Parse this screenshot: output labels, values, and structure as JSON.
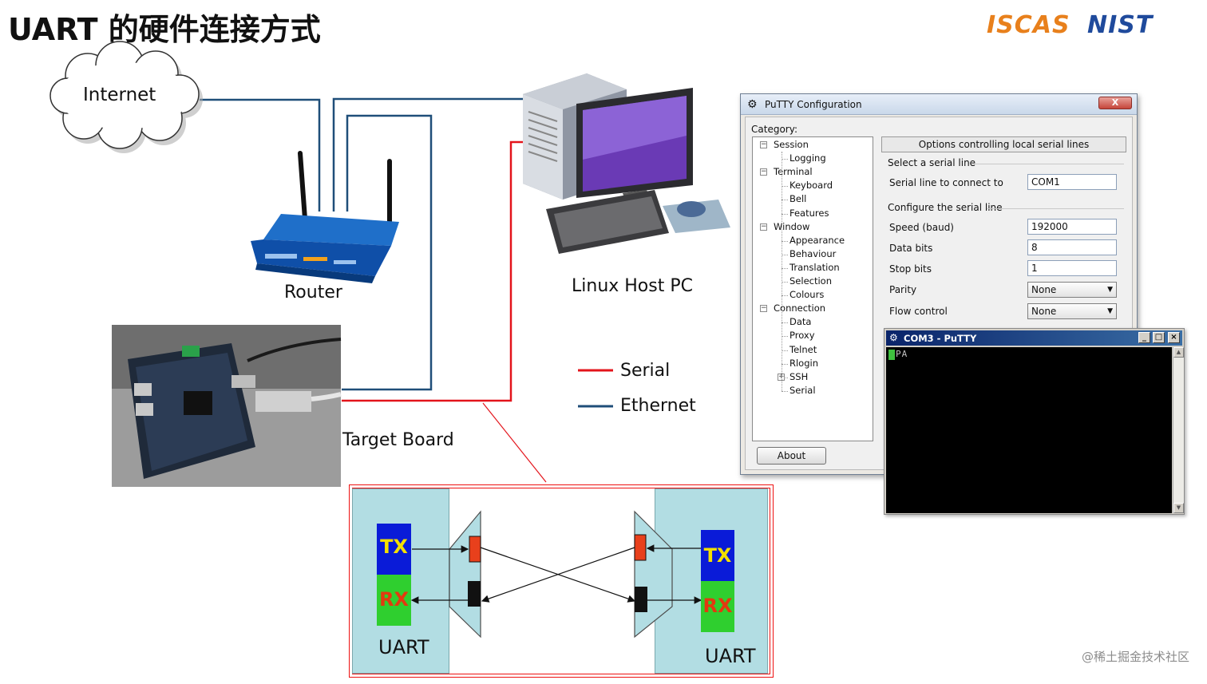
{
  "title": "UART 的硬件连接方式",
  "logos": {
    "iscas": "ISCAS",
    "nist": "NIST"
  },
  "nodes": {
    "internet": "Internet",
    "router": "Router",
    "linux_host": "Linux Host PC",
    "target_board": "Target Board"
  },
  "legend": {
    "serial": {
      "label": "Serial",
      "color": "#e3141b"
    },
    "ethernet": {
      "label": "Ethernet",
      "color": "#1f4e79"
    }
  },
  "putty_config": {
    "window_title": "PuTTY Configuration",
    "close_label": "X",
    "category_label": "Category:",
    "tree": [
      {
        "label": "Session",
        "level": 0,
        "expander": "−"
      },
      {
        "label": "Logging",
        "level": 1
      },
      {
        "label": "Terminal",
        "level": 0,
        "expander": "−"
      },
      {
        "label": "Keyboard",
        "level": 1
      },
      {
        "label": "Bell",
        "level": 1
      },
      {
        "label": "Features",
        "level": 1
      },
      {
        "label": "Window",
        "level": 0,
        "expander": "−"
      },
      {
        "label": "Appearance",
        "level": 1
      },
      {
        "label": "Behaviour",
        "level": 1
      },
      {
        "label": "Translation",
        "level": 1
      },
      {
        "label": "Selection",
        "level": 1
      },
      {
        "label": "Colours",
        "level": 1
      },
      {
        "label": "Connection",
        "level": 0,
        "expander": "−"
      },
      {
        "label": "Data",
        "level": 1
      },
      {
        "label": "Proxy",
        "level": 1
      },
      {
        "label": "Telnet",
        "level": 1
      },
      {
        "label": "Rlogin",
        "level": 1
      },
      {
        "label": "SSH",
        "level": 1,
        "expander": "+"
      },
      {
        "label": "Serial",
        "level": 1
      }
    ],
    "about_button": "About",
    "options_header": "Options controlling local serial lines",
    "select_serial_group": "Select a serial line",
    "serial_line_label": "Serial line to connect to",
    "serial_line_value": "COM1",
    "configure_group": "Configure the serial line",
    "speed_label": "Speed (baud)",
    "speed_value": "192000",
    "data_bits_label": "Data bits",
    "data_bits_value": "8",
    "stop_bits_label": "Stop bits",
    "stop_bits_value": "1",
    "parity_label": "Parity",
    "parity_value": "None",
    "flow_control_label": "Flow control",
    "flow_control_value": "None"
  },
  "terminal": {
    "title": "COM3 - PuTTY",
    "content": "PA",
    "btn_min": "_",
    "btn_max": "□",
    "btn_close": "×"
  },
  "uart": {
    "left": {
      "tx": "TX",
      "rx": "RX",
      "label": "UART"
    },
    "right": {
      "tx": "TX",
      "rx": "RX",
      "label": "UART"
    }
  },
  "watermark": "@稀土掘金技术社区"
}
